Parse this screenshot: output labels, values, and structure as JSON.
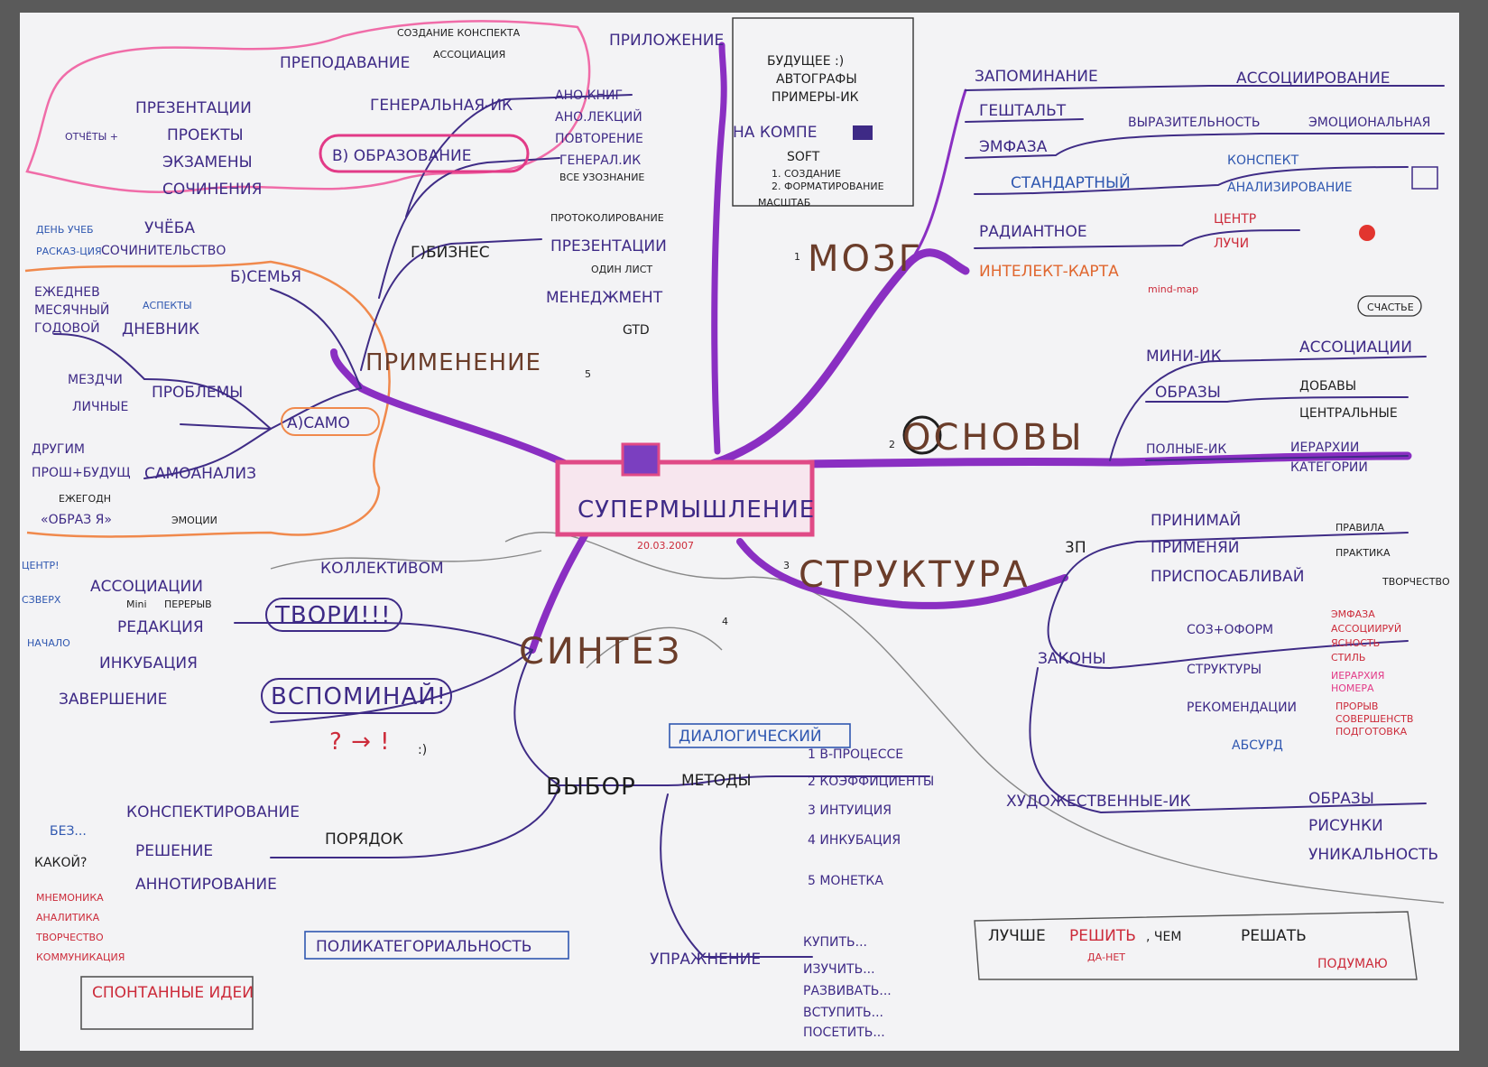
{
  "center": {
    "title": "СУПЕРМЫШЛЕНИЕ",
    "date": "20.03.2007"
  },
  "branches": {
    "mozg": {
      "num": "1",
      "title": "МОЗГ",
      "items": [
        {
          "label": "ЗАПОМИНАНИЕ",
          "sub": [
            "АССОЦИИРОВАНИЕ"
          ]
        },
        {
          "label": "ГЕШТАЛЬТ",
          "sub": []
        },
        {
          "label": "ЭМФАЗА",
          "sub": [
            "ВЫРАЗИТЕЛЬНОСТЬ",
            "ЭМОЦИОНАЛЬНАЯ"
          ]
        },
        {
          "label": "СТАНДАРТНЫЙ",
          "sub": [
            "КОНСПЕКТ",
            "АНАЛИЗИРОВАНИЕ"
          ]
        },
        {
          "label": "РАДИАНТНОЕ",
          "sub": [
            "ЦЕНТР",
            "ЛУЧИ"
          ]
        },
        {
          "label": "ИНТЕЛЕКТ-КАРТА",
          "sub": [
            "mind-map"
          ]
        }
      ],
      "happy": "СЧАСТЬЕ"
    },
    "osnovy": {
      "num": "2",
      "title": "ОСНОВЫ",
      "items": [
        {
          "label": "МИНИ-ИК",
          "sub": [
            "АССОЦИАЦИИ"
          ]
        },
        {
          "label": "ОБРАЗЫ",
          "sub": [
            "ДОБАВЫ",
            "ЦЕНТРАЛЬНЫЕ"
          ]
        },
        {
          "label": "ПОЛНЫЕ-ИК",
          "sub": [
            "ИЕРАРХИИ",
            "КАТЕГОРИИ"
          ]
        }
      ]
    },
    "struktura": {
      "num": "3",
      "title": "СТРУКТУРА",
      "zp": "3П",
      "zp_items": [
        {
          "label": "ПРИНИМАЙ",
          "note": "ПРАВИЛА"
        },
        {
          "label": "ПРИМЕНЯЙ",
          "note": "ПРАКТИКА"
        },
        {
          "label": "ПРИСПОСАБЛИВАЙ",
          "note": "ТВОРЧЕСТВО"
        }
      ],
      "zakony": "ЗАКОНЫ",
      "zakony_items": [
        {
          "label": "СОЗ+ОФОРМ",
          "sub": [
            "ЭМФАЗА",
            "АССОЦИИРУЙ",
            "ЯСНОСТЬ",
            "СТИЛЬ"
          ]
        },
        {
          "label": "СТРУКТУРЫ",
          "sub": [
            "ИЕРАРХИЯ",
            "НОМЕРА"
          ]
        },
        {
          "label": "РЕКОМЕНДАЦИИ",
          "sub": [
            "ПРОРЫВ",
            "СОВЕРШЕНСТВ",
            "ПОДГОТОВКА"
          ]
        }
      ],
      "absurd": "АБСУРД",
      "hud": "ХУДОЖЕСТВЕННЫЕ-ИК",
      "hud_items": [
        "ОБРАЗЫ",
        "РИСУНКИ",
        "УНИКАЛЬНОСТЬ"
      ]
    },
    "sintez": {
      "num": "4",
      "title": "СИНТЕЗ",
      "kollektiv": "КОЛЛЕКТИВОМ",
      "tvori": "ТВОРИ!!!",
      "tvori_items": [
        "АССОЦИАЦИИ",
        "РЕДАКЦИЯ",
        "ИНКУБАЦИЯ",
        "ЗАВЕРШЕНИЕ"
      ],
      "mini": "Mini",
      "pereryv": "ПЕРЕРЫВ",
      "left_notes": [
        "ЦЕНТР!",
        "СЗВЕРХ",
        "НАЧАЛО"
      ],
      "vspominai": "ВСПОМИНАЙ!",
      "symbols": "? → !",
      "smile": ":)",
      "vybor": "ВЫБОР",
      "dialog": "ДИАЛОГИЧЕСКИЙ",
      "metody": "МЕТОДЫ",
      "metody_items": [
        "1 В-ПРОЦЕССЕ",
        "2 КОЭФФИЦИЕНТЫ",
        "3 ИНТУИЦИЯ",
        "4 ИНКУБАЦИЯ",
        "5 МОНЕТКА"
      ],
      "uprazh": "УПРАЖНЕНИЕ",
      "uprazh_items": [
        "КУПИТЬ...",
        "ИЗУЧИТЬ...",
        "РАЗВИВАТЬ...",
        "ВСТУПИТЬ...",
        "ПОСЕТИТЬ..."
      ],
      "poryadok": "ПОРЯДОК",
      "poryadok_items": [
        "КОНСПЕКТИРОВАНИЕ",
        "РЕШЕНИЕ",
        "АННОТИРОВАНИЕ"
      ],
      "bez": "БЕЗ...",
      "kakoi": "КАКОЙ?",
      "ann_items": [
        "МНЕМОНИКА",
        "АНАЛИТИКА",
        "ТВОРЧЕСТВО",
        "КОММУНИКАЦИЯ"
      ],
      "poli": "ПОЛИКАТЕГОРИАЛЬНОСТЬ",
      "spont": "СПОНТАННЫЕ ИДЕИ"
    },
    "primenenie": {
      "num": "5",
      "title": "ПРИМЕНЕНИЕ",
      "samo": "А)САМО",
      "samo_items": [
        "ПРОБЛЕМЫ",
        "САМОАНАЛИЗ",
        "ДНЕВНИК"
      ],
      "problemy_sub": [
        "МЕЗДЧИ",
        "ЛИЧНЫЕ"
      ],
      "samoanaliz_sub": [
        "ДРУГИМ",
        "ПРОШ+БУДУЩ",
        "«ОБРАЗ Я»"
      ],
      "ezhegodn": "ЕЖЕГОДН",
      "emocii": "ЭМОЦИИ",
      "dnevnik_sub": [
        "ЕЖЕДНЕВ",
        "МЕСЯЧНЫЙ",
        "ГОДОВОЙ"
      ],
      "aspekty": "АСПЕКТЫ",
      "semya": "Б)СЕМЬЯ",
      "semya_items": [
        "УЧЁБА",
        "СОЧИНИТЕЛЬСТВО"
      ],
      "semya_notes": [
        "ДЕНЬ УЧЕБ",
        "РАСКАЗ-ЦИЯ"
      ],
      "obraz": "В) ОБРАЗОВАНИЕ",
      "obraz_items": [
        "ПРЕЗЕНТАЦИИ",
        "ПРОЕКТЫ",
        "ЭКЗАМЕНЫ",
        "СОЧИНЕНИЯ"
      ],
      "otchety": "ОТЧЁТЫ +",
      "prepod": "ПРЕПОДАВАНИЕ",
      "prepod_sub": [
        "СОЗДАНИЕ КОНСПЕКТА",
        "АССОЦИАЦИЯ"
      ],
      "gen": "ГЕНЕРАЛЬНАЯ-ИК",
      "gen_sub": [
        "АНО.КНИГ",
        "АНО.ЛЕКЦИЙ",
        "ПОВТОРЕНИЕ",
        "ГЕНЕРАЛ.ИК",
        "ВСЕ УЗОЗНАНИЕ"
      ],
      "biznes": "Г)БИЗНЕС",
      "biznes_items": [
        "ПРОТОКОЛИРОВАНИЕ",
        "ПРЕЗЕНТАЦИИ",
        "ОДИН ЛИСТ",
        "МЕНЕДЖМЕНТ",
        "GTD"
      ]
    },
    "prilozhenie": {
      "title": "ПРИЛОЖЕНИЕ",
      "items": [
        "БУДУЩЕЕ :)",
        "АВТОГРАФЫ",
        "ПРИМЕРЫ-ИК"
      ],
      "nakomp": "НА КОМПЕ",
      "soft": "SOFT",
      "soft_items": [
        "1. СОЗДАНИЕ",
        "2. ФОРМАТИРОВАНИЕ"
      ],
      "masshtab": "МАСШТАБ"
    }
  },
  "slogan": {
    "a": "ЛУЧШЕ",
    "b": "РЕШИТЬ",
    "c": ", ЧЕМ",
    "d": "РЕШАТЬ",
    "e": "ДА-НЕТ",
    "f": "ПОДУМАЮ"
  },
  "colors": {
    "branch": "#8a2fc2",
    "ink": "#3e2a86",
    "blue": "#2f57b0",
    "red": "#cc2b3a",
    "paper": "#f3f3f5"
  }
}
